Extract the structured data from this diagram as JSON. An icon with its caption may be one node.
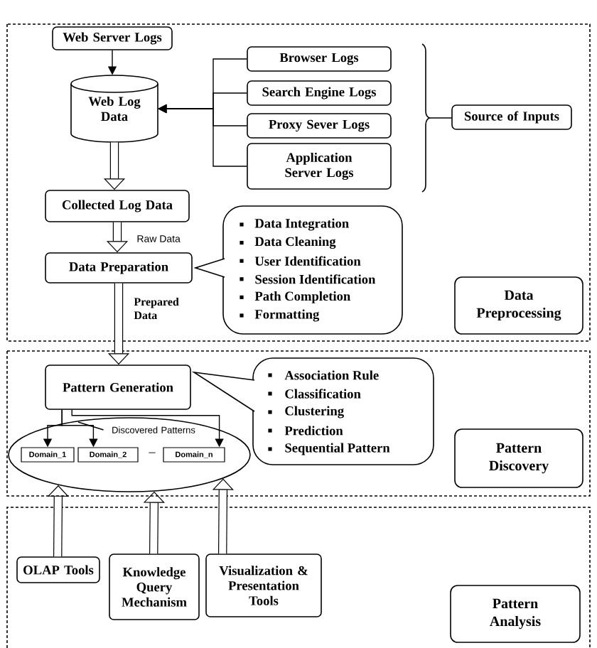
{
  "diagram": {
    "nodes": [
      {
        "text": [],
        "shape": "box"
      },
      {
        "text": [
          "Web Server Logs"
        ],
        "in": 0
      },
      {
        "text": [
          "Web Log Data"
        ],
        "in": 0
      },
      {
        "text": [
          "Browser Logs"
        ],
        "in": 0
      },
      {
        "text": [
          "Search Engine Logs"
        ],
        "in": 0
      },
      {
        "text": [
          "Proxy Sever Logs"
        ],
        "in": 0
      },
      {
        "text": [
          "Application Server Logs"
        ],
        "in": 0
      },
      {
        "text": [
          "Source of Inputs"
        ],
        "in": 0
      },
      {
        "text": [
          "Collected Log Data"
        ],
        "in": 0
      },
      {
        "text": [
          "Data Preparation"
        ],
        "in": 0
      },
      {
        "text": [
          "Data Integration",
          "Data Cleaning",
          "User Identification",
          "Session Identification",
          "Path Completion",
          "Formatting"
        ],
        "in": 0
      },
      {
        "text": [
          "Data Preprocessing"
        ],
        "in": 0
      },
      {
        "text": [],
        "shape": "box"
      },
      {
        "text": [
          "Pattern Generation"
        ],
        "in": 12
      },
      {
        "text": [
          "Association Rule",
          "Classification",
          "Clustering",
          "Prediction",
          "Sequential Pattern"
        ],
        "in": 12
      },
      {
        "text": [],
        "shape": "ellipse",
        "in": 12
      },
      {
        "text": [
          "Discovered Patterns"
        ],
        "in": 15
      },
      {
        "text": [
          "Domain_1"
        ],
        "in": 15
      },
      {
        "text": [
          "Domain_2"
        ],
        "in": 15
      },
      {
        "text": [
          "Domain_n"
        ],
        "in": 15
      },
      {
        "text": [
          "Pattern Discovery"
        ],
        "in": 12
      },
      {
        "text": [],
        "shape": "box"
      },
      {
        "text": [
          "OLAP Tools"
        ],
        "in": 21
      },
      {
        "text": [
          "Knowledge Query Mechanism"
        ],
        "in": 21
      },
      {
        "text": [
          "Visualization & Presentation Tools"
        ],
        "in": 21
      },
      {
        "text": [
          "Pattern Analysis"
        ],
        "in": 21
      }
    ],
    "edges": [
      {
        "from": 1,
        "to": 2,
        "arrow": "to"
      },
      {
        "from": 3,
        "to": 2,
        "arrow": "to"
      },
      {
        "from": 4,
        "to": 2,
        "arrow": "to"
      },
      {
        "from": 5,
        "to": 2,
        "arrow": "to"
      },
      {
        "from": 6,
        "to": 2,
        "arrow": "to"
      },
      {
        "from": 2,
        "to": 8,
        "arrow": "to",
        "style": "thick"
      },
      {
        "from": 8,
        "to": 9,
        "arrow": "to",
        "style": "thick",
        "label": "Raw Data"
      },
      {
        "from": 9,
        "to": 13,
        "arrow": "to",
        "style": "thick",
        "label": "Prepared Data"
      },
      {
        "from": 13,
        "to": 17,
        "arrow": "to"
      },
      {
        "from": 13,
        "to": 18,
        "arrow": "to"
      },
      {
        "from": 13,
        "to": 19,
        "arrow": "to"
      },
      {
        "from": 16,
        "to": null,
        "arrow": "none"
      },
      {
        "from": 22,
        "to": 15,
        "arrow": "to",
        "style": "thick"
      },
      {
        "from": 23,
        "to": 15,
        "arrow": "to",
        "style": "thick"
      },
      {
        "from": 24,
        "to": 15,
        "arrow": "to",
        "style": "thick"
      }
    ],
    "labels": [
      "–"
    ]
  }
}
